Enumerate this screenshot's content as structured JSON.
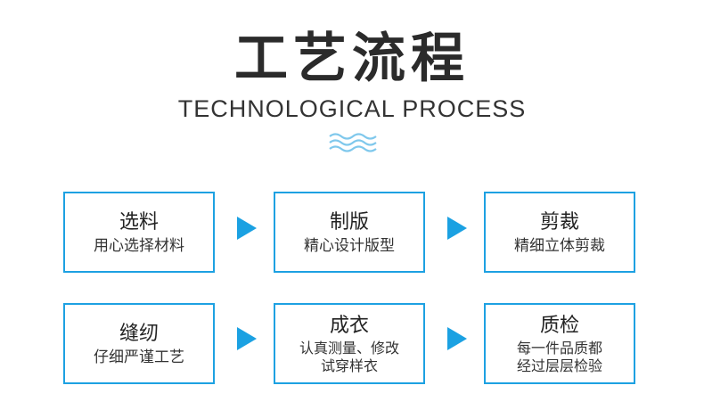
{
  "header": {
    "title": "工艺流程",
    "subtitle": "TECHNOLOGICAL PROCESS"
  },
  "accent_color": "#1da1e2",
  "wave_icon": "wave-icon",
  "arrow_icon": "play-arrow-icon",
  "steps": [
    {
      "title": "选料",
      "desc": "用心选择材料"
    },
    {
      "title": "制版",
      "desc": "精心设计版型"
    },
    {
      "title": "剪裁",
      "desc": "精细立体剪裁"
    },
    {
      "title": "缝纫",
      "desc": "仔细严谨工艺"
    },
    {
      "title": "成衣",
      "desc_line1": "认真测量、修改",
      "desc_line2": "试穿样衣"
    },
    {
      "title": "质检",
      "desc_line1": "每一件品质都",
      "desc_line2": "经过层层检验"
    }
  ]
}
